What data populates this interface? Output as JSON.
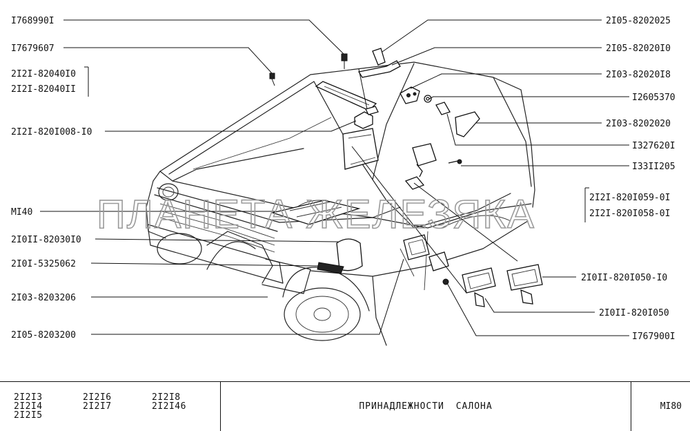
{
  "labels": {
    "l1": "I768990I",
    "l2": "I7679607",
    "l3": "2I2I-82040I0",
    "l4": "2I2I-82040II",
    "l5": "2I2I-820I008-I0",
    "l6": "MI40",
    "l7": "2I0II-82030I0",
    "l8": "2I0I-5325062",
    "l9": "2I03-8203206",
    "l10": "2I05-8203200",
    "r1": "2I05-8202025",
    "r2": "2I05-82020I0",
    "r3": "2I03-82020I8",
    "r4": "I2605370",
    "r5": "2I03-8202020",
    "r6": "I327620I",
    "r7": "I33II205",
    "r8": "2I2I-820I059-0I",
    "r9": "2I2I-820I058-0I",
    "r10": "2I0II-820I050-I0",
    "r11": "2I0II-820I050",
    "r12": "I767900I"
  },
  "watermark": "ПЛАНЕТА ЖЕЛЕЗЯКА",
  "title_block": {
    "models": [
      [
        "2I2I3",
        "2I2I4",
        "2I2I5"
      ],
      [
        "2I2I6",
        "2I2I7"
      ],
      [
        "2I2I8",
        "2I2I46"
      ]
    ],
    "title": "ПРИНАДЛЕЖНОСТИ САЛОНА",
    "sheet": "MI80"
  }
}
